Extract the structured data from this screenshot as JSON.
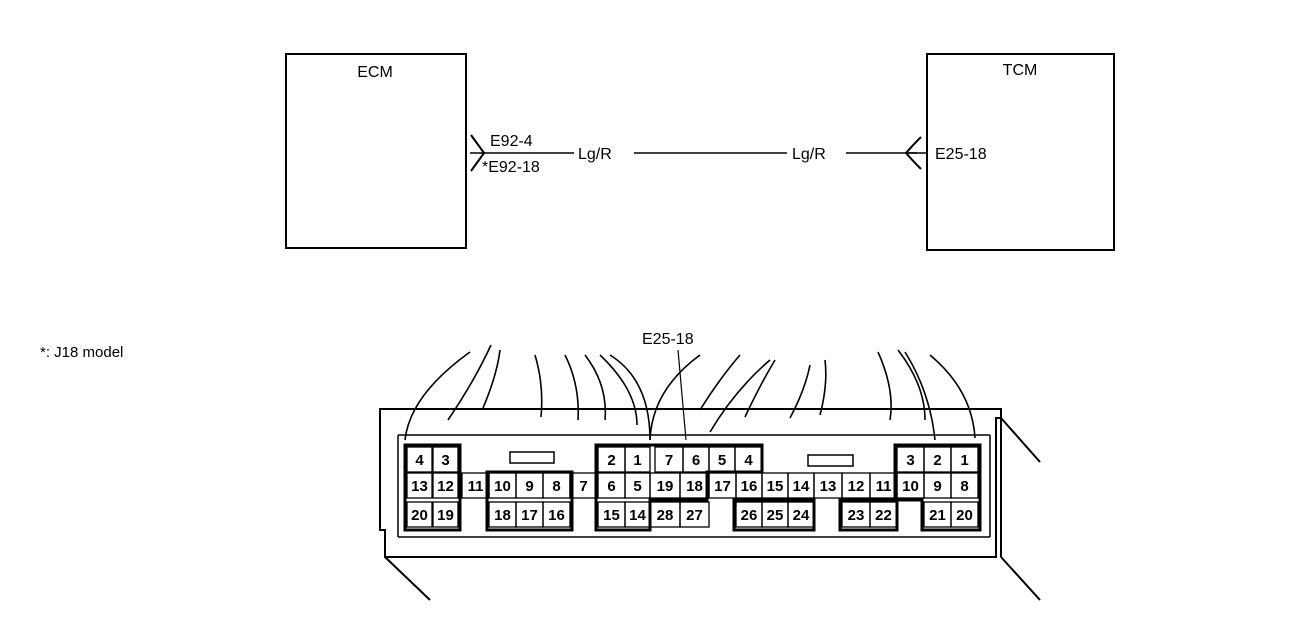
{
  "modules": {
    "ecm": "ECM",
    "tcm": "TCM"
  },
  "wiring": {
    "ecm_terminal_1": "E92-4",
    "ecm_terminal_2": "*E92-18",
    "wire_color_left": "Lg/R",
    "wire_color_right": "Lg/R",
    "tcm_terminal": "E25-18"
  },
  "note": "*: J18 model",
  "connector": {
    "callout": "E25-18",
    "top_row": [
      "4",
      "3",
      "2",
      "1",
      "7",
      "6",
      "5",
      "4",
      "3",
      "2",
      "1"
    ],
    "middle_row": [
      "13",
      "12",
      "11",
      "10",
      "9",
      "8",
      "7",
      "6",
      "5",
      "19",
      "18",
      "17",
      "16",
      "15",
      "14",
      "13",
      "12",
      "11",
      "10",
      "9",
      "8"
    ],
    "bottom_row": [
      "20",
      "19",
      "18",
      "17",
      "16",
      "15",
      "14",
      "28",
      "27",
      "26",
      "25",
      "24",
      "23",
      "22",
      "21",
      "20"
    ]
  }
}
